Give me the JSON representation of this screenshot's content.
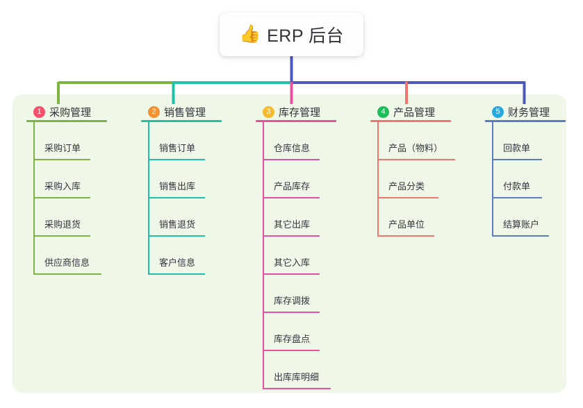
{
  "root": {
    "icon": "thumbs-up-emoji",
    "emoji": "👍",
    "title": "ERP 后台"
  },
  "theme": {
    "page_background": "#ffffff",
    "panel_background": "#eef7e8",
    "text_color": "#2f3338",
    "root_connector": "#4c57bf"
  },
  "columns": [
    {
      "number": "1",
      "title": "采购管理",
      "badge_color": "#f4526b",
      "line_color": "#7cb342",
      "header_rule_width": 116,
      "items": [
        {
          "label": "采购订单",
          "rule_width": 82
        },
        {
          "label": "采购入库",
          "rule_width": 82
        },
        {
          "label": "采购退货",
          "rule_width": 82
        },
        {
          "label": "供应商信息",
          "rule_width": 98
        }
      ]
    },
    {
      "number": "2",
      "title": "销售管理",
      "badge_color": "#f49133",
      "line_color": "#1fc0a8",
      "header_rule_width": 116,
      "items": [
        {
          "label": "销售订单",
          "rule_width": 82
        },
        {
          "label": "销售出库",
          "rule_width": 82
        },
        {
          "label": "销售退货",
          "rule_width": 82
        },
        {
          "label": "客户信息",
          "rule_width": 82
        }
      ]
    },
    {
      "number": "3",
      "title": "库存管理",
      "badge_color": "#f5b92c",
      "line_color": "#e8509e",
      "header_rule_width": 116,
      "items": [
        {
          "label": "仓库信息",
          "rule_width": 82
        },
        {
          "label": "产品库存",
          "rule_width": 82
        },
        {
          "label": "其它出库",
          "rule_width": 82
        },
        {
          "label": "其它入库",
          "rule_width": 82
        },
        {
          "label": "库存调拨",
          "rule_width": 82
        },
        {
          "label": "库存盘点",
          "rule_width": 82
        },
        {
          "label": "出库库明细",
          "rule_width": 98
        }
      ]
    },
    {
      "number": "4",
      "title": "产品管理",
      "badge_color": "#1dbf5c",
      "line_color": "#f4736b",
      "header_rule_width": 116,
      "items": [
        {
          "label": "产品（物料）",
          "rule_width": 112
        },
        {
          "label": "产品分类",
          "rule_width": 88
        },
        {
          "label": "产品单位",
          "rule_width": 82
        }
      ]
    },
    {
      "number": "5",
      "title": "财务管理",
      "badge_color": "#27a8e0",
      "line_color": "#5b7cc4",
      "header_rule_width": 116,
      "items": [
        {
          "label": "回款单",
          "rule_width": 72
        },
        {
          "label": "付款单",
          "rule_width": 72
        },
        {
          "label": "结算账户",
          "rule_width": 82
        }
      ]
    }
  ]
}
